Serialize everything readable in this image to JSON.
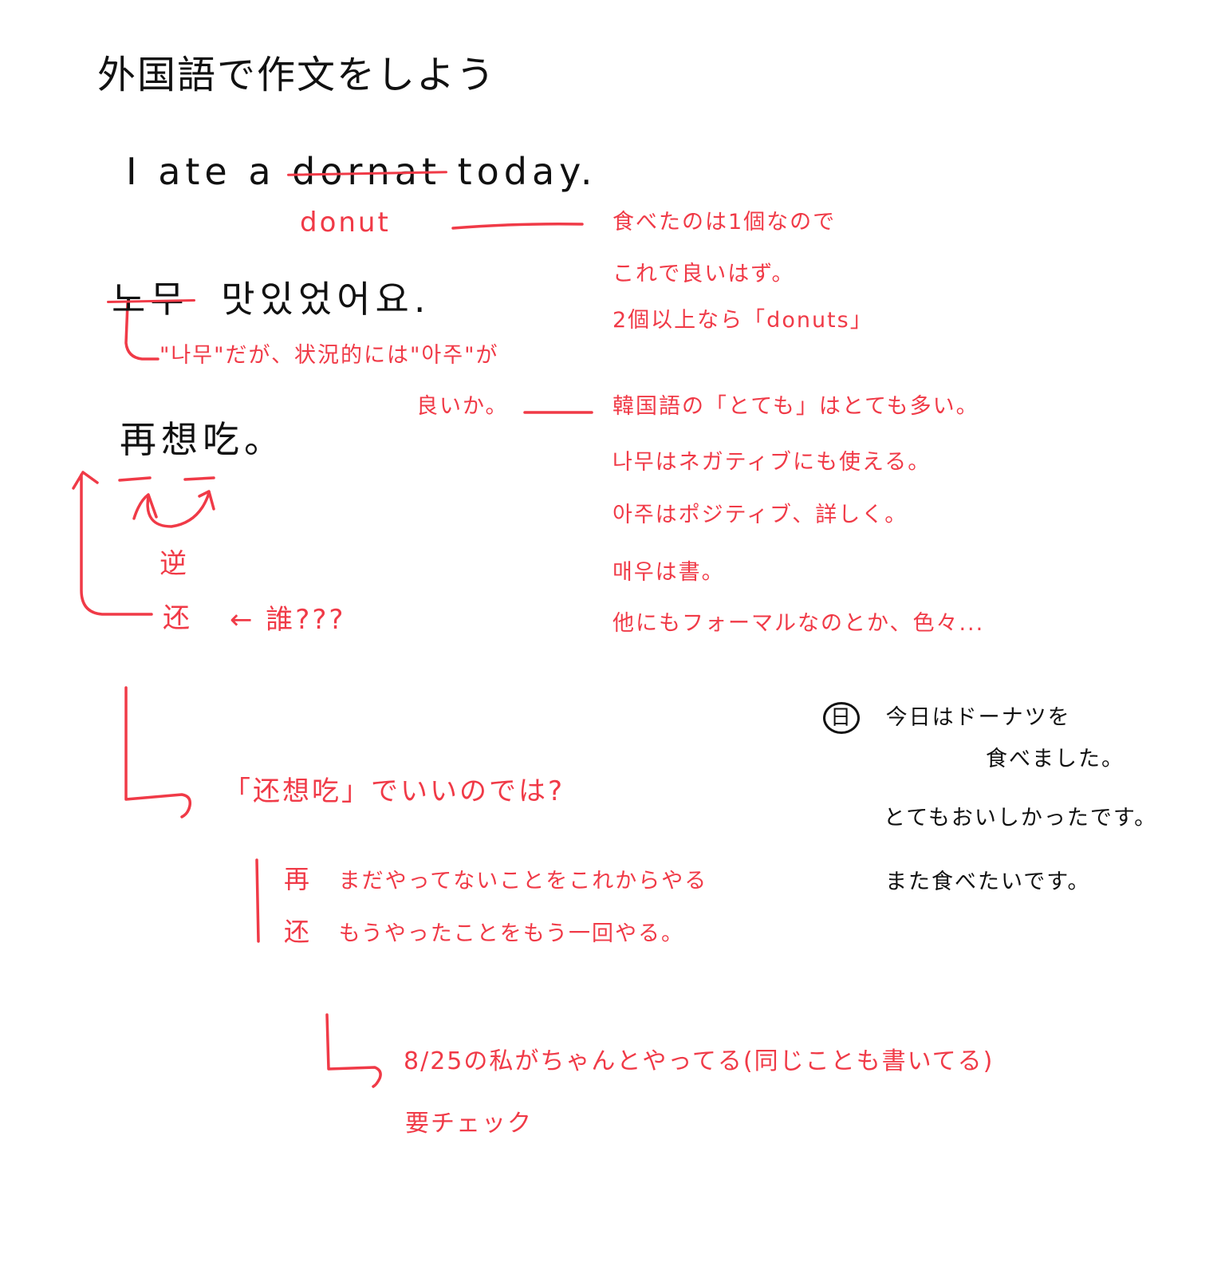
{
  "colors": {
    "ink_black": "#111111",
    "ink_red": "#f03a47",
    "background": "#ffffff"
  },
  "title": "外国語で作文をしよう",
  "english": {
    "prefix": "I ate a",
    "struck_word": "dornat",
    "suffix": "today.",
    "correction": "donut",
    "notes": [
      "食べたのは1個なので",
      "これで良いはず。",
      "2個以上なら「donuts」"
    ]
  },
  "korean": {
    "struck_word": "노무",
    "sentence_rest": "맛있었어요.",
    "annotation_line1": "\"나무\"だが、状況的には\"아주\"が",
    "annotation_line2": "良いか。",
    "notes": [
      "韓国語の「とても」はとても多い。",
      "나무はネガティブにも使える。",
      "아주はポジティブ、詳しく。",
      "매우は書。",
      "他にもフォーマルなのとか、色々..."
    ]
  },
  "chinese": {
    "sentence": "再想吃。",
    "swap_label": "逆",
    "alt_char": "还",
    "alt_question": "← 誰???",
    "suggestion": "「还想吃」でいいのでは?",
    "definitions": [
      {
        "char": "再",
        "meaning": "まだやってないことをこれからやる"
      },
      {
        "char": "还",
        "meaning": "もうやったことをもう一回やる。"
      }
    ],
    "followup_line1": "8/25の私がちゃんとやってる(同じことも書いてる)",
    "followup_line2": "要チェック"
  },
  "japanese_diary": {
    "badge": "日",
    "lines": [
      "今日はドーナツを",
      "食べました。",
      "とてもおいしかったです。",
      "また食べたいです。"
    ]
  }
}
